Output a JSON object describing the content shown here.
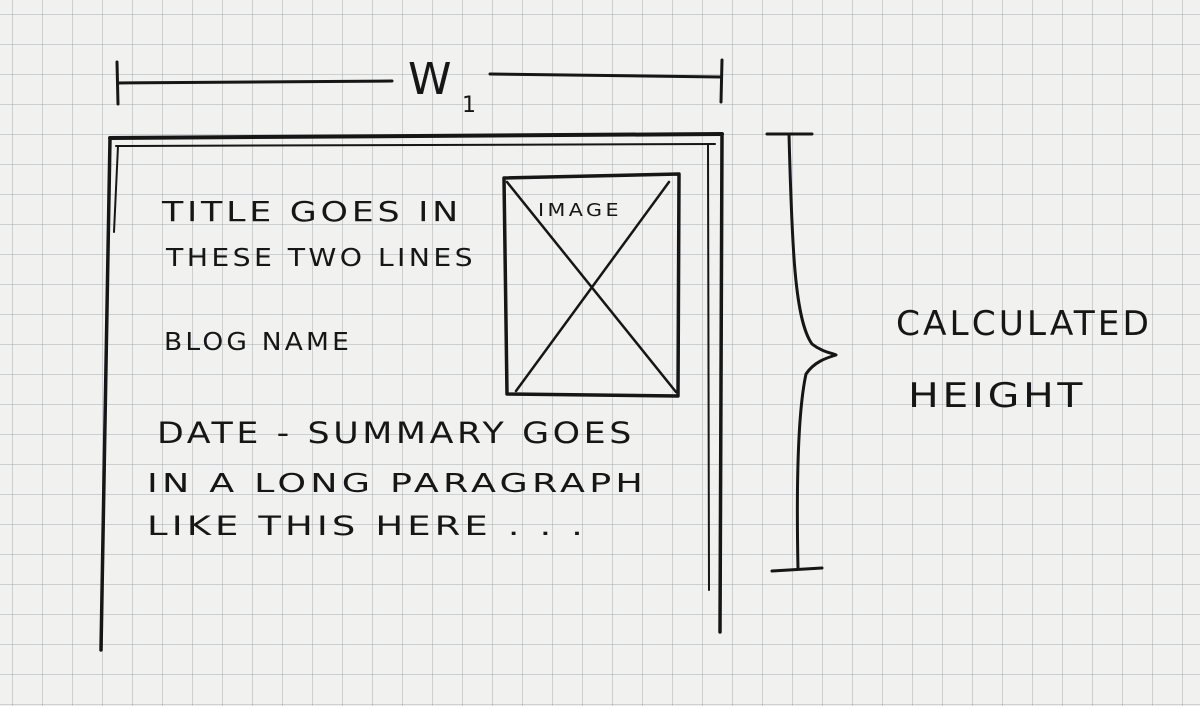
{
  "dimension": {
    "label": "W",
    "subscript": "1"
  },
  "card": {
    "title_line_1": "TITLE GOES IN",
    "title_line_2": "THESE TWO LINES",
    "blog_name": "BLOG NAME",
    "summary_line_1": "DATE - SUMMARY GOES",
    "summary_line_2": "IN A LONG PARAGRAPH",
    "summary_line_3": "LIKE THIS HERE . . .",
    "image_label": "IMAGE"
  },
  "height_note": {
    "line_1": "CALCULATED",
    "line_2": "HEIGHT"
  },
  "colors": {
    "ink": "#161616",
    "paper": "#f1f1ef",
    "grid": "#969eac"
  }
}
